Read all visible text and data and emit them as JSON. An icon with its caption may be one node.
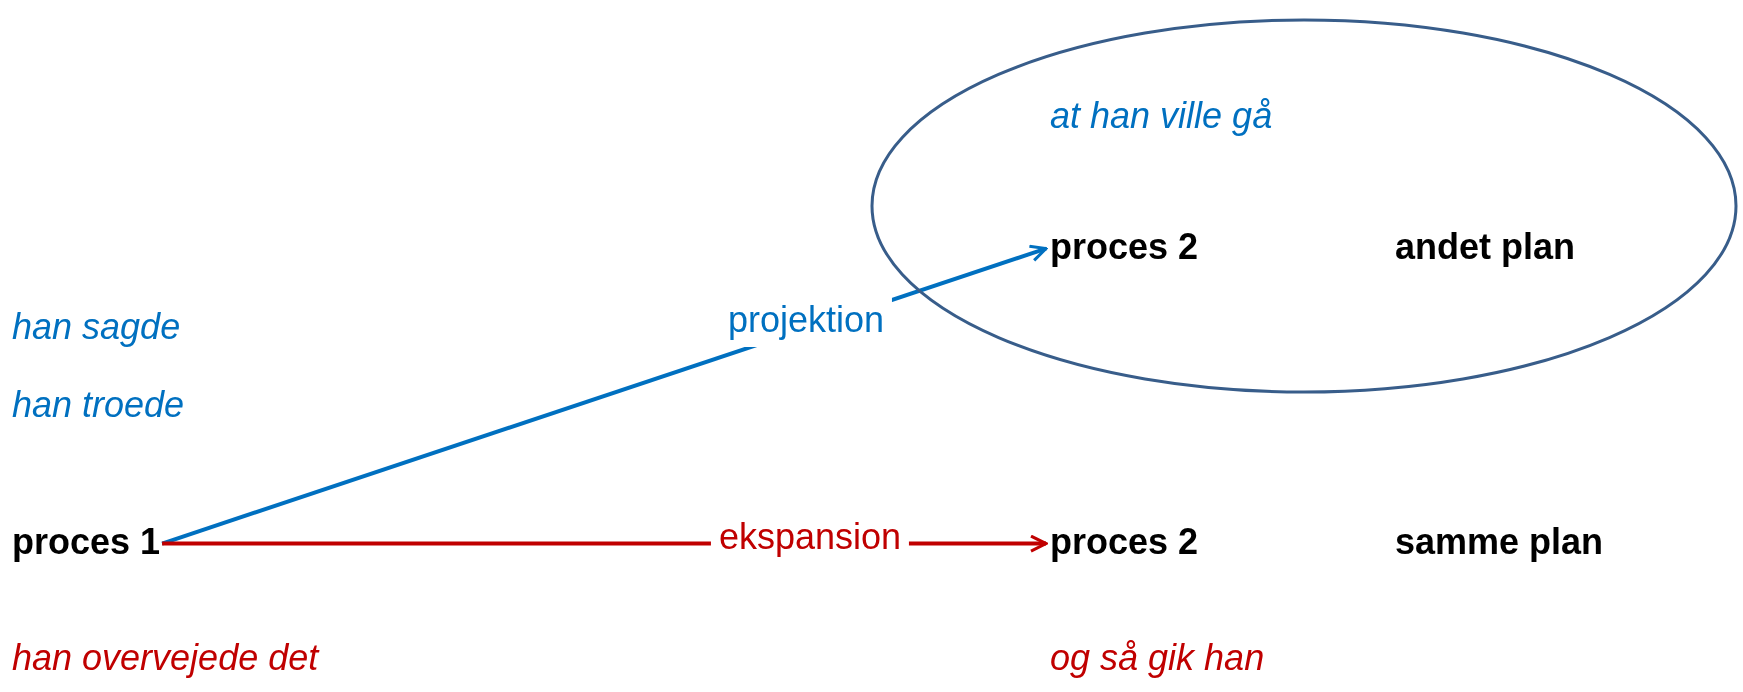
{
  "diagram": {
    "nodes": [
      {
        "text": [
          "proces 1"
        ]
      },
      {
        "text": [
          "at han ville gå",
          "andet plan"
        ]
      },
      {
        "text": [
          "proces 2"
        ],
        "in": 1
      },
      {
        "text": [
          "proces 2"
        ]
      }
    ],
    "edges": [
      {
        "from": 0,
        "to": 2,
        "arrow": "to",
        "label": "projektion",
        "color": "#0070c0"
      },
      {
        "from": 0,
        "to": 3,
        "arrow": "to",
        "label": "ekspansion",
        "color": "#c00000"
      }
    ],
    "labels": [
      "han sagde",
      "han troede",
      "samme plan",
      "han overvejede det",
      "og så gik han"
    ]
  }
}
